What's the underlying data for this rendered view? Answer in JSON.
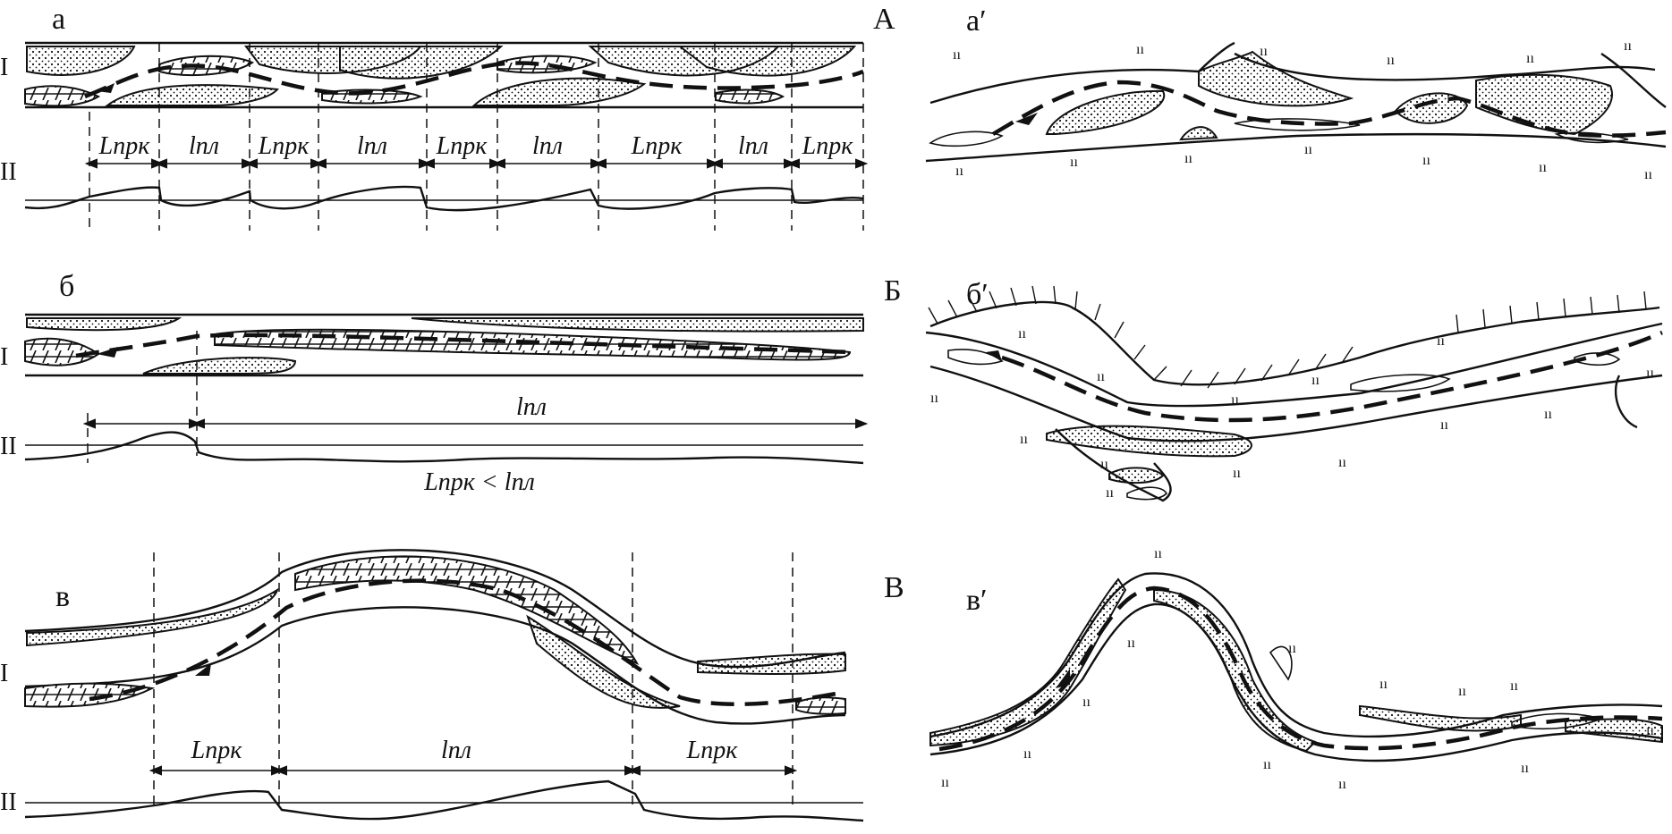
{
  "panels": {
    "a": {
      "label": "а"
    },
    "b": {
      "label": "б"
    },
    "v": {
      "label": "в"
    },
    "A": {
      "label": "А"
    },
    "a_prime": {
      "label": "а′"
    },
    "B": {
      "label": "Б"
    },
    "b_prime": {
      "label": "б′"
    },
    "V": {
      "label": "В"
    },
    "v_prime": {
      "label": "в′"
    }
  },
  "rows": {
    "plan": "I",
    "profile": "II"
  },
  "measures": {
    "riffle": "Lпрк",
    "pool": "lпл",
    "relation": "Lпрк < lпл"
  },
  "segments_a": [
    "Lпрк",
    "lпл",
    "Lпрк",
    "lпл",
    "Lпрк",
    "lпл",
    "Lпрк",
    "lпл",
    "Lпрк"
  ],
  "segments_v": [
    "Lпрк",
    "lпл",
    "Lпрк"
  ],
  "marsh_symbol": "ıı"
}
